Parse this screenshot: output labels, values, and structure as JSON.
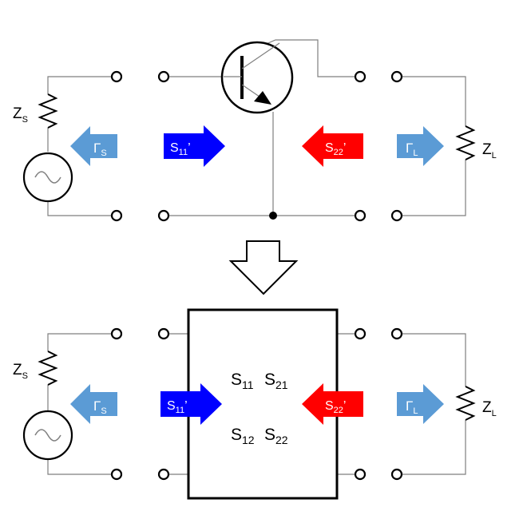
{
  "labels": {
    "zs_main": "Z",
    "zs_sub": "S",
    "zl_main": "Z",
    "zl_sub": "L",
    "gs_main": "Γ",
    "gs_sub": "S",
    "gl_main": "Γ",
    "gl_sub": "L",
    "s11p_main": "S",
    "s11p_sub": "11",
    "s11p_prime": "’",
    "s22p_main": "S",
    "s22p_sub": "22",
    "s22p_prime": "’"
  },
  "matrix": {
    "m11": {
      "main": "S",
      "sub": "11"
    },
    "m21": {
      "main": "S",
      "sub": "21"
    },
    "m12": {
      "main": "S",
      "sub": "12"
    },
    "m22": {
      "main": "S",
      "sub": "22"
    }
  },
  "colors": {
    "gamma_arrow": "#5b9bd5",
    "s11_arrow": "#0000ff",
    "s22_arrow": "#ff0000"
  }
}
